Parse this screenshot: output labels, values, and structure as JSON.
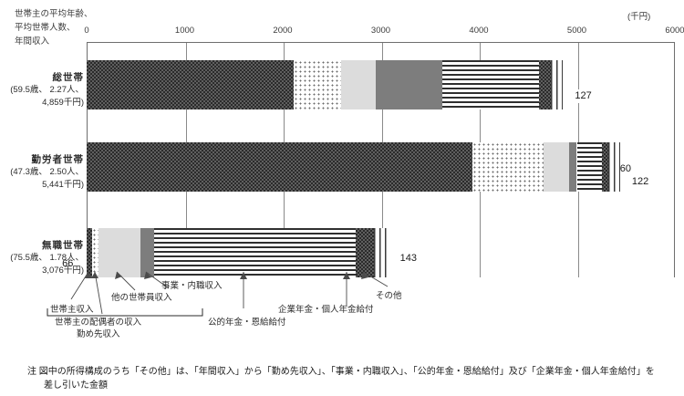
{
  "axis": {
    "unit": "(千円)",
    "ticks": [
      "0",
      "1000",
      "2000",
      "3000",
      "4000",
      "5000",
      "6000"
    ],
    "min": 0,
    "max": 6000
  },
  "header": {
    "left_caption_lines": [
      "世帯主の平均年齢、",
      "平均世帯人数、",
      "年間収入"
    ]
  },
  "annotations": {
    "a1": "世帯主収入",
    "a2": "世帯主の配偶者の収入",
    "a3": "他の世帯員収入",
    "a4": "勤め先収入",
    "a5": "事業・内職収入",
    "a6": "公的年金・恩給給付",
    "a7": "企業年金・個人年金給付",
    "a8": "その他"
  },
  "footnote": {
    "line1": "注  図中の所得構成のうち「その他」は、「年間収入」から「勤め先収入」、「事業・内職収入」、「公的年金・恩給給付」及び「企業年金・個人年金給付」を",
    "line2": "差し引いた金額"
  },
  "chart_data": {
    "type": "bar",
    "orientation": "horizontal",
    "stacked": true,
    "title": "",
    "xlabel": "(千円)",
    "ylabel": "",
    "xlim": [
      0,
      6000
    ],
    "grid": true,
    "categories": [
      "総世帯",
      "勤労者世帯",
      "無職世帯"
    ],
    "category_sublabels": [
      "(59.5歳、 2.27人、4,859千円)",
      "(47.3歳、 2.50人、5,441千円)",
      "(75.5歳、 1.78人、3,076千円)"
    ],
    "series": [
      {
        "name": "世帯主収入",
        "pattern": "check",
        "values": [
          2112,
          3931,
          57
        ]
      },
      {
        "name": "世帯主の配偶者の収入",
        "pattern": "dot",
        "values": [
          484,
          727,
          66
        ]
      },
      {
        "name": "他の世帯員収入",
        "pattern": "lightgray",
        "values": [
          356,
          259,
          426
        ]
      },
      {
        "name": "事業・内職収入",
        "pattern": "midgray",
        "values": [
          676,
          83,
          141
        ]
      },
      {
        "name": "公的年金・恩給給付",
        "pattern": "hstripe",
        "values": [
          985,
          259,
          2053
        ]
      },
      {
        "name": "企業年金・個人年金給付",
        "pattern": "check",
        "values": [
          119,
          60,
          190
        ]
      },
      {
        "name": "その他",
        "pattern": "vstripe",
        "values": [
          127,
          122,
          143
        ]
      }
    ],
    "rows": [
      {
        "name": "総世帯",
        "age": "59.5歳",
        "persons": "2.27人",
        "income": "4,859千円",
        "sublabel": "(59.5歳、 2.27人、",
        "sublabel2": "4,859千円)",
        "segments": [
          {
            "label": "2,112",
            "value": 2112,
            "pattern": "check"
          },
          {
            "label": "484",
            "value": 484,
            "pattern": "dot"
          },
          {
            "label": "356",
            "value": 356,
            "pattern": "lightgray"
          },
          {
            "label": "676",
            "value": 676,
            "pattern": "midgray"
          },
          {
            "label": "985",
            "value": 985,
            "pattern": "hstripe"
          },
          {
            "label": "119",
            "value": 119,
            "pattern": "check"
          },
          {
            "label": "127",
            "value": 127,
            "pattern": "vstripe"
          }
        ]
      },
      {
        "name": "勤労者世帯",
        "age": "47.3歳",
        "persons": "2.50人",
        "income": "5,441千円",
        "sublabel": "(47.3歳、 2.50人、",
        "sublabel2": "5,441千円)",
        "segments": [
          {
            "label": "3,931",
            "value": 3931,
            "pattern": "check"
          },
          {
            "label": "727",
            "value": 727,
            "pattern": "dot"
          },
          {
            "label": "259",
            "value": 259,
            "pattern": "lightgray"
          },
          {
            "label": "83",
            "value": 83,
            "pattern": "midgray"
          },
          {
            "label": "259",
            "value": 259,
            "pattern": "hstripe"
          },
          {
            "label": "60",
            "value": 60,
            "pattern": "check"
          },
          {
            "label": "122",
            "value": 122,
            "pattern": "vstripe"
          }
        ]
      },
      {
        "name": "無職世帯",
        "age": "75.5歳",
        "persons": "1.78人",
        "income": "3,076千円",
        "sublabel": "(75.5歳、 1.78人、",
        "sublabel2": "3,076千円)",
        "segments": [
          {
            "label": "57",
            "value": 57,
            "pattern": "check"
          },
          {
            "label": "66",
            "value": 66,
            "pattern": "dot"
          },
          {
            "label": "426",
            "value": 426,
            "pattern": "lightgray"
          },
          {
            "label": "141",
            "value": 141,
            "pattern": "midgray"
          },
          {
            "label": "2,053",
            "value": 2053,
            "pattern": "hstripe"
          },
          {
            "label": "190",
            "value": 190,
            "pattern": "check"
          },
          {
            "label": "143",
            "value": 143,
            "pattern": "vstripe"
          }
        ]
      }
    ]
  }
}
